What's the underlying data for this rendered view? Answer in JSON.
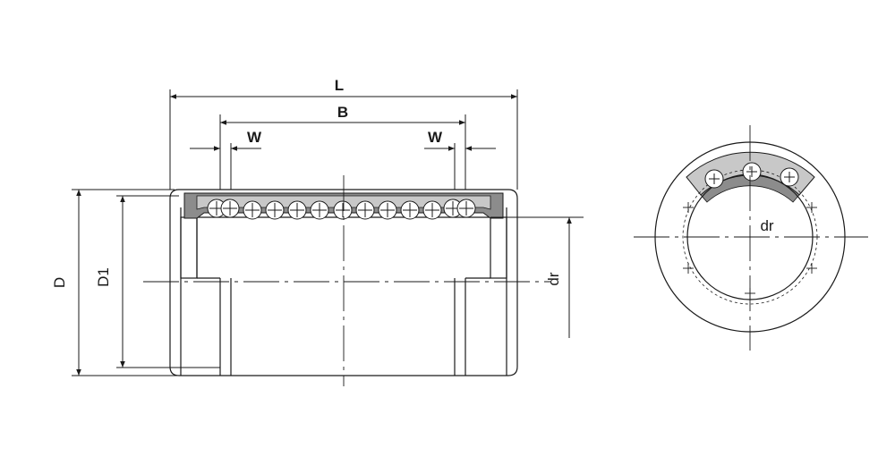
{
  "labels": {
    "L": "L",
    "B": "B",
    "W_left": "W",
    "W_right": "W",
    "D": "D",
    "D1": "D1",
    "dr_side": "dr",
    "dr_end": "dr"
  },
  "colors": {
    "line": "#1a1a1a",
    "retainer_fill": "#8c8c8c",
    "sleeve_fill": "#c8c8c8",
    "ball_fill": "#ffffff"
  }
}
